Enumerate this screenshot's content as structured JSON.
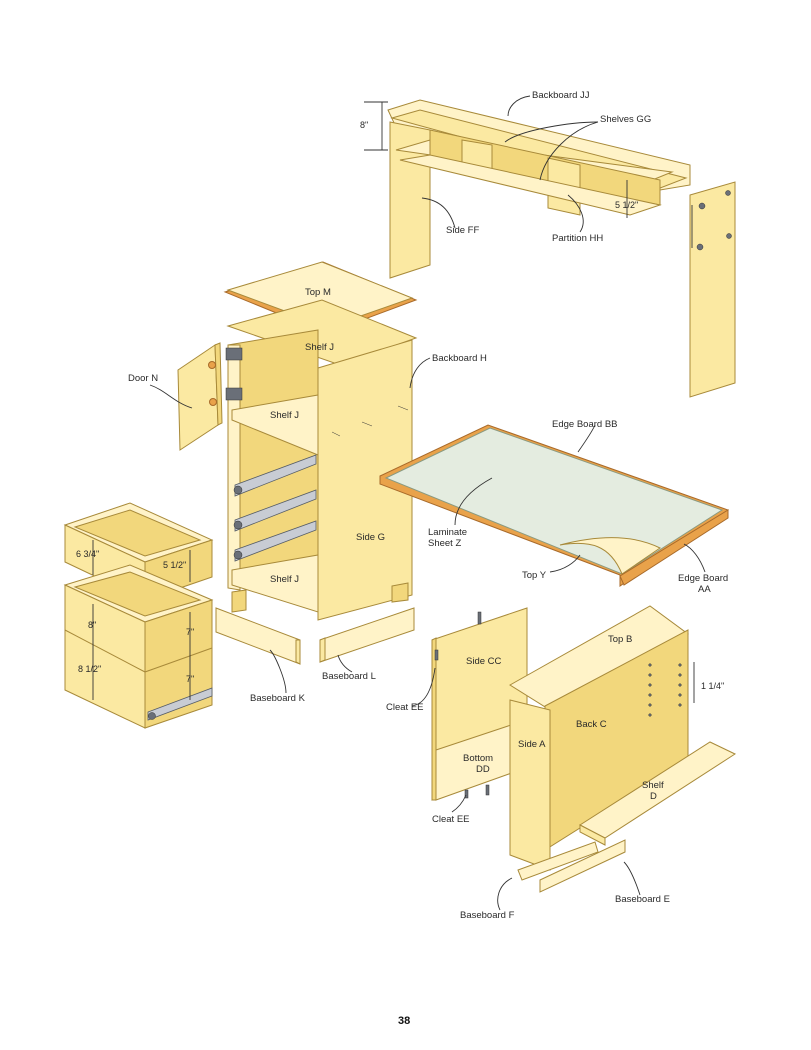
{
  "labels": {
    "backboard_jj": "Backboard JJ",
    "shelves_gg": "Shelves GG",
    "side_ff": "Side FF",
    "partition_hh": "Partition HH",
    "top_m": "Top M",
    "shelf_j_top": "Shelf J",
    "backboard_h": "Backboard H",
    "door_n": "Door N",
    "shelf_j_mid": "Shelf J",
    "shelf_j_bottom": "Shelf J",
    "side_g": "Side G",
    "edge_board_bb": "Edge Board BB",
    "laminate_line1": "Laminate",
    "laminate_line2": "Sheet Z",
    "top_y": "Top Y",
    "edge_board_aa_line1": "Edge Board",
    "edge_board_aa_line2": "AA",
    "baseboard_k": "Baseboard K",
    "baseboard_l": "Baseboard L",
    "side_cc": "Side CC",
    "cleat_ee_top": "Cleat EE",
    "bottom_dd_line1": "Bottom",
    "bottom_dd_line2": "DD",
    "cleat_ee_bottom": "Cleat EE",
    "top_b": "Top B",
    "back_c": "Back C",
    "side_a": "Side A",
    "shelf_d_line1": "Shelf",
    "shelf_d_line2": "D",
    "baseboard_e": "Baseboard E",
    "baseboard_f": "Baseboard F"
  },
  "dimensions": {
    "hutch_height": "8\"",
    "partition_height": "5 1/2\"",
    "drawer1_front": "6 3/4\"",
    "drawer1_side": "5 1/2\"",
    "drawer2_front": "8\"",
    "drawer2_side": "7\"",
    "drawer3_front": "8 1/2\"",
    "drawer3_side": "7\"",
    "shelf_hole_spacing": "1 1/4\""
  },
  "page_number": "38"
}
